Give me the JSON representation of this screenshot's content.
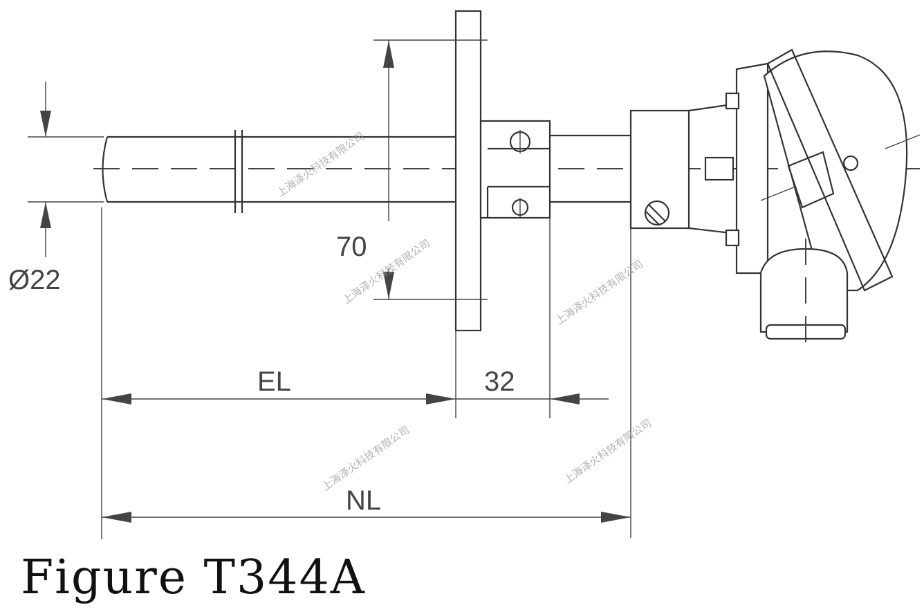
{
  "caption": "Figure T344A",
  "dimensions": {
    "diameter": "Ø22",
    "flange_height": "70",
    "insertion_length": "EL",
    "extension": "32",
    "nominal_length": "NL"
  },
  "watermark": "上海泽火科技有限公司",
  "colors": {
    "line": "#333333",
    "text": "#444444",
    "background": "#ffffff"
  }
}
